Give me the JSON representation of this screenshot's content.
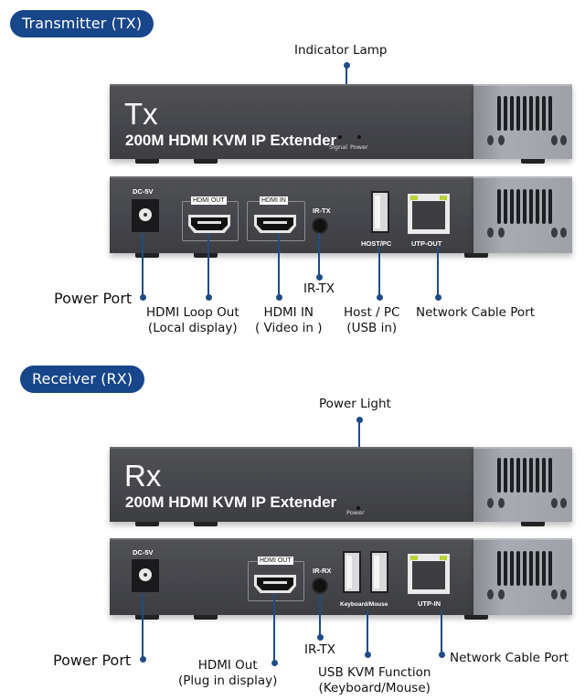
{
  "transmitter": {
    "section_title": "Transmitter (TX)",
    "model_mark": "Tx",
    "product_name": "200M HDMI KVM IP Extender",
    "front_indicators": [
      "Signal",
      "Power"
    ],
    "rear_port_labels": {
      "dc": "DC-5V",
      "hdmi_out": "HDMI OUT",
      "hdmi_in": "HDMI IN",
      "ir": "IR-TX",
      "usb": "HOST/PC",
      "rj45": "UTP-OUT"
    },
    "callouts": {
      "indicator_lamp": "Indicator Lamp",
      "power_port": "Power Port",
      "hdmi_loop_out": [
        "HDMI Loop Out",
        "(Local display)"
      ],
      "hdmi_in": [
        "HDMI IN",
        "( Video in )"
      ],
      "ir_tx": "IR-TX",
      "host_pc": [
        "Host / PC",
        "(USB in)"
      ],
      "network_cable_port": "Network Cable Port"
    }
  },
  "receiver": {
    "section_title": "Receiver (RX)",
    "model_mark": "Rx",
    "product_name": "200M HDMI KVM IP Extender",
    "front_indicators": [
      "Power"
    ],
    "rear_port_labels": {
      "dc": "DC-5V",
      "hdmi_out": "HDMI OUT",
      "ir": "IR-RX",
      "usb": "Keyboard/Mouse",
      "rj45": "UTP-IN"
    },
    "callouts": {
      "power_light": "Power Light",
      "power_port": "Power Port",
      "hdmi_out": [
        "HDMI Out",
        "(Plug in display)"
      ],
      "ir_tx": "IR-TX",
      "usb_kvm": [
        "USB KVM Function",
        "(Keyboard/Mouse)"
      ],
      "network_cable_port": "Network Cable Port"
    }
  },
  "colors": {
    "accent": "#17468a",
    "callout_line": "#1f4c86",
    "device_body": "#47484c"
  }
}
